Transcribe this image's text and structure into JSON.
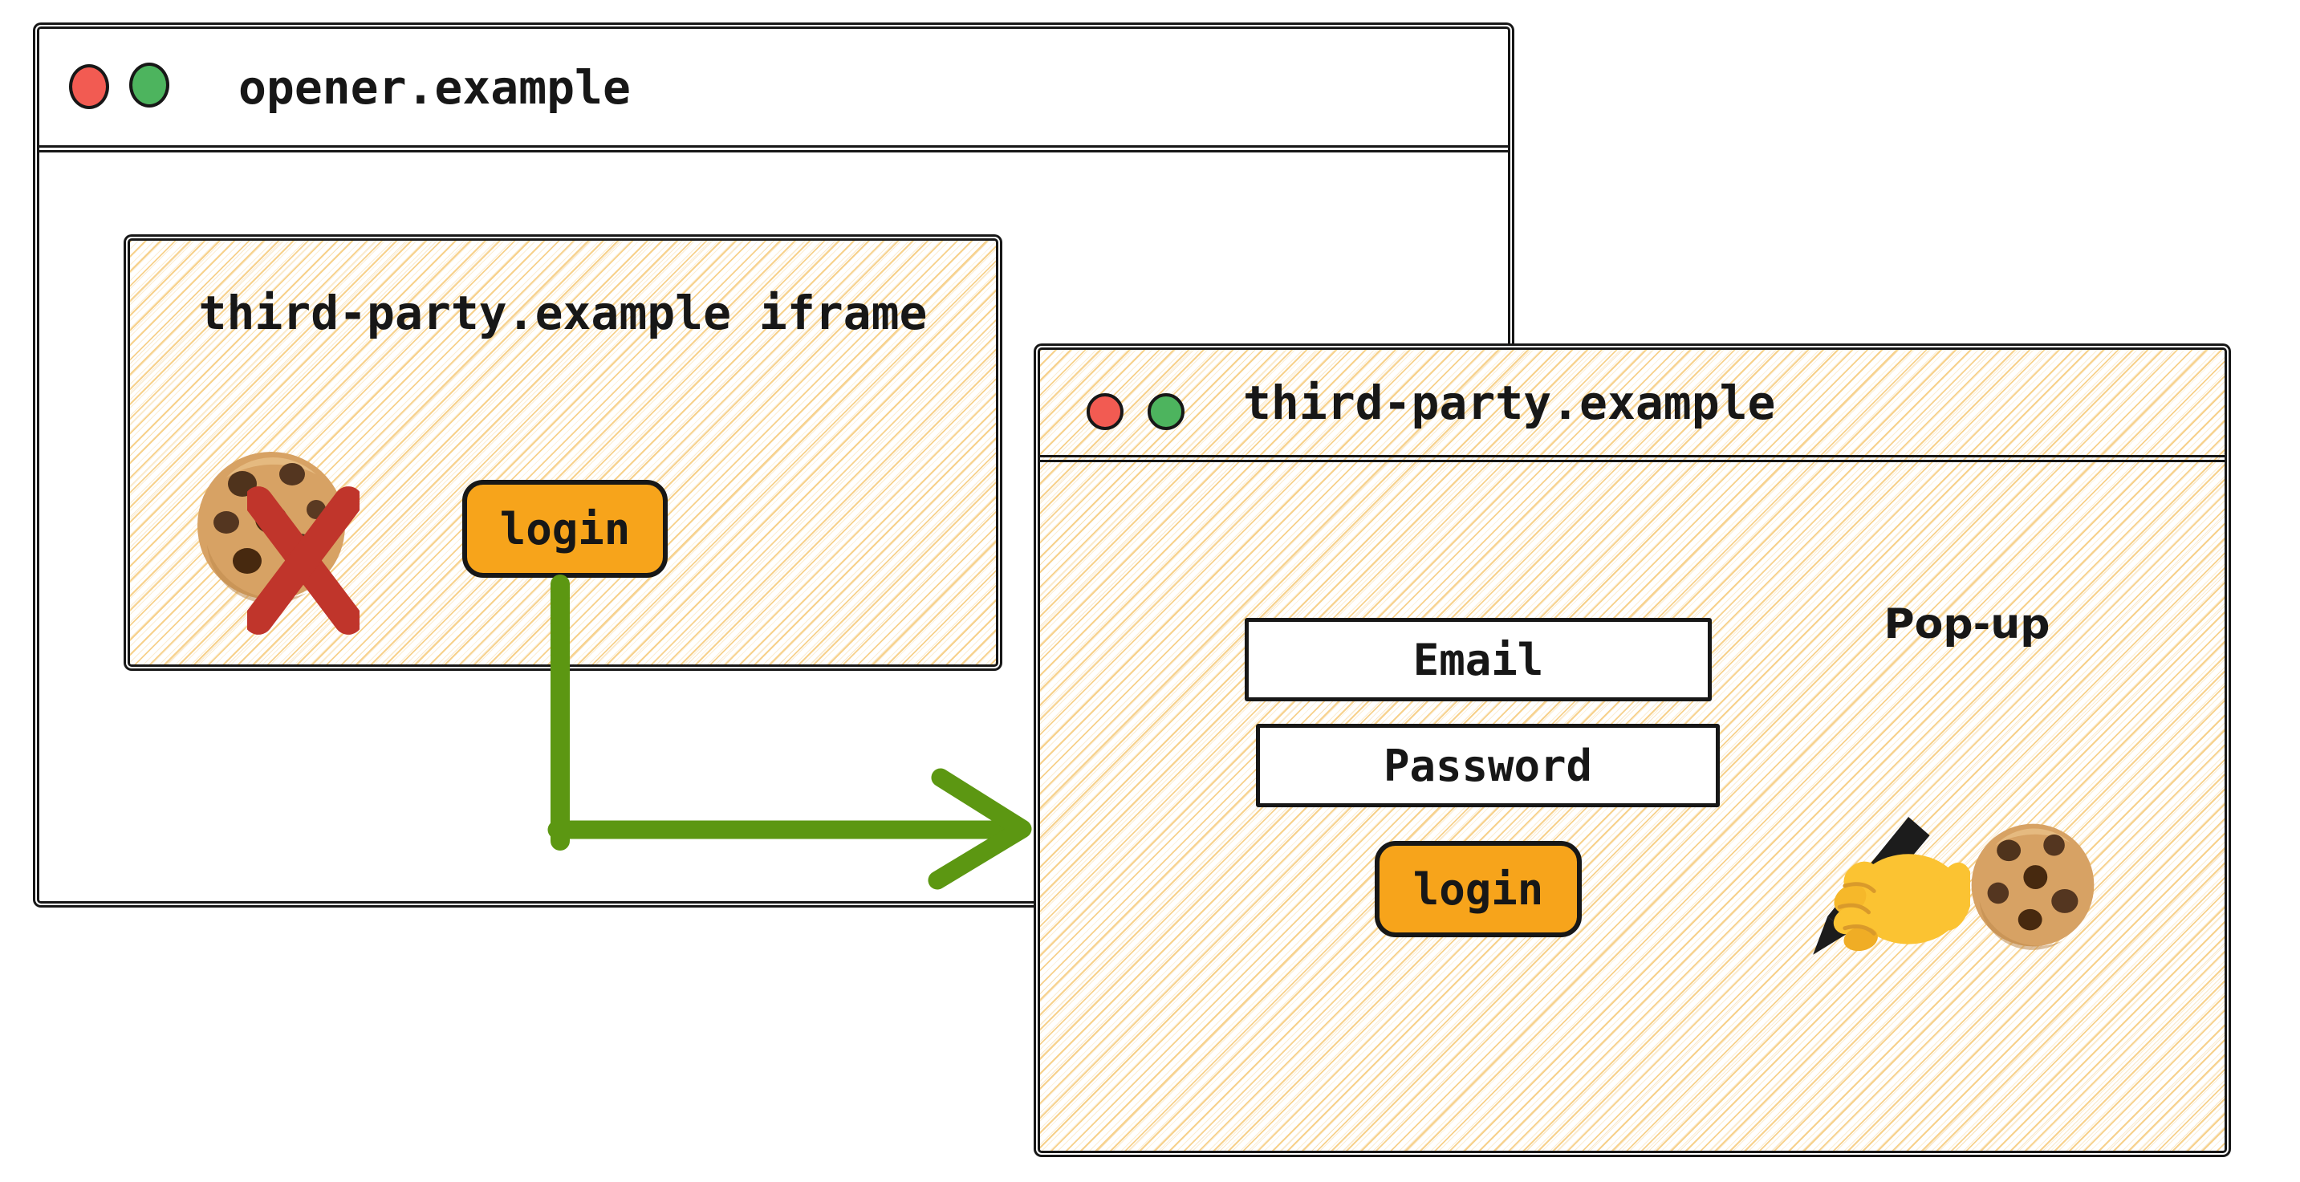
{
  "colors": {
    "ink": "#171717",
    "hatch_line": "#f5cd85",
    "traffic_red": "#f25b52",
    "traffic_green": "#4db45e",
    "button_orange": "#f7a41b",
    "arrow_green": "#5c9712",
    "blocked_red": "#c0352b"
  },
  "opener": {
    "title": "opener.example",
    "iframe": {
      "label": "third-party.example iframe",
      "login_label": "login"
    }
  },
  "popup": {
    "title": "third-party.example",
    "annotation": "Pop-up",
    "email_label": "Email",
    "password_label": "Password",
    "login_label": "login"
  },
  "icons": {
    "traffic_lights": [
      "traffic-light-red",
      "traffic-light-green"
    ],
    "iframe_cookie": "cookie-emoji",
    "blocked_mark": "red-cross-icon",
    "flow_arrow": "green-elbow-arrow",
    "popup_icons": [
      "writing-hand-emoji",
      "cookie-emoji"
    ]
  }
}
